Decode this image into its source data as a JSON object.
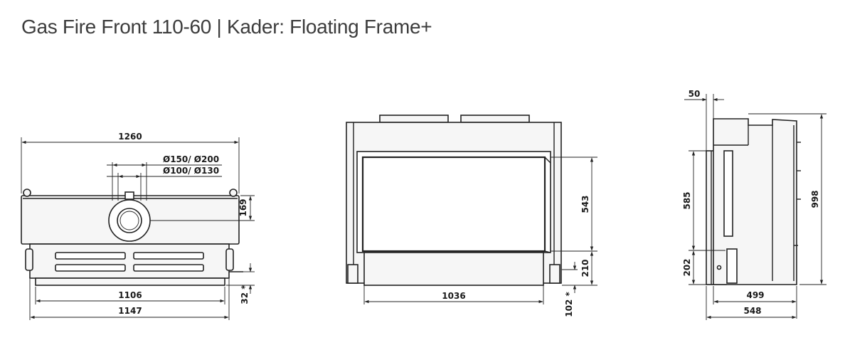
{
  "title": "Gas Fire Front 110-60 | Kader: Floating Frame+",
  "front_view": {
    "width_total": "1260",
    "flue_outer": "Ø150/ Ø200",
    "flue_inner": "Ø100/ Ø130",
    "height_top": "169",
    "width_inner": "1106",
    "width_outer": "1147",
    "bottom_offset": "32 *"
  },
  "back_view": {
    "glass_height": "543",
    "lower_height": "210",
    "glass_width": "1036",
    "bottom_offset": "102 *"
  },
  "side_view": {
    "top_offset": "50",
    "upper_height": "585",
    "total_height": "998",
    "lower_height": "202",
    "depth_inner": "499",
    "depth_outer": "548"
  }
}
